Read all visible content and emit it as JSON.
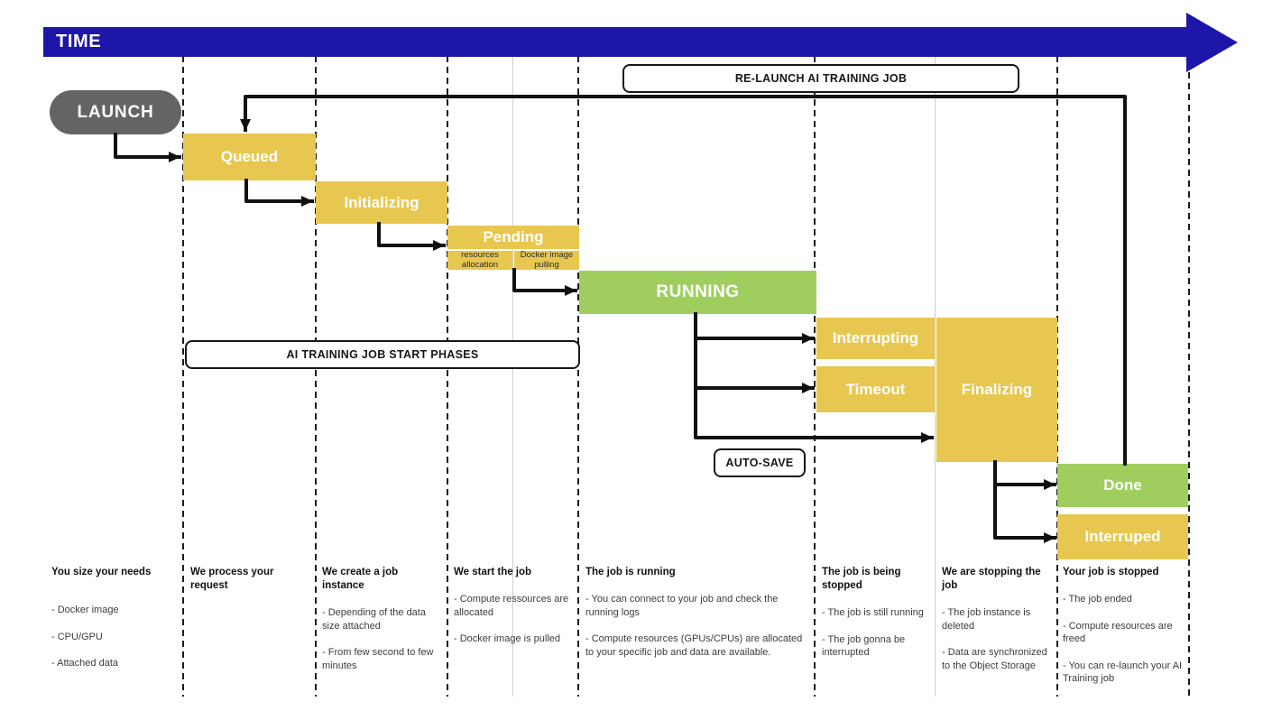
{
  "header": {
    "time_label": "TIME"
  },
  "launch_label": "LAUNCH",
  "boxes": {
    "queued": "Queued",
    "initializing": "Initializing",
    "pending": "Pending",
    "pending_sub_left": "resources allocation",
    "pending_sub_right": "Docker image pulling",
    "running": "RUNNING",
    "interrupting": "Interrupting",
    "timeout": "Timeout",
    "finalizing": "Finalizing",
    "done": "Done",
    "interruped": "Interruped"
  },
  "callouts": {
    "relaunch": "RE-LAUNCH AI TRAINING JOB",
    "start_phases": "AI TRAINING JOB START PHASES",
    "autosave": "AUTO-SAVE"
  },
  "columns": [
    {
      "title": "You size your needs",
      "items": [
        "- Docker image",
        "- CPU/GPU",
        "- Attached data"
      ]
    },
    {
      "title": "We process your request",
      "items": []
    },
    {
      "title": "We create a job instance",
      "items": [
        "- Depending of the data size attached",
        "- From few second to few minutes"
      ]
    },
    {
      "title": "We start the job",
      "items": [
        "- Compute ressources are allocated",
        "- Docker image is pulled"
      ]
    },
    {
      "title": "The job is running",
      "items": [
        "- You can connect to your job and check the running logs",
        "- Compute resources (GPUs/CPUs) are allocated to your specific job and data are available."
      ]
    },
    {
      "title": "The job is being stopped",
      "items": [
        "- The job is still running",
        "- The job gonna be interrupted"
      ]
    },
    {
      "title": "We are stopping the job",
      "items": [
        "- The job instance is deleted",
        "- Data are synchronized to the Object Storage"
      ]
    },
    {
      "title": "Your job is stopped",
      "items": [
        "- The job ended",
        "- Compute resources are freed",
        "- You can re-launch your AI Training job"
      ]
    }
  ],
  "colors": {
    "yellow": "#e8c750",
    "green": "#9fce5f",
    "blue": "#1d16a8",
    "gray": "#646464",
    "line": "#1c1c1c"
  }
}
